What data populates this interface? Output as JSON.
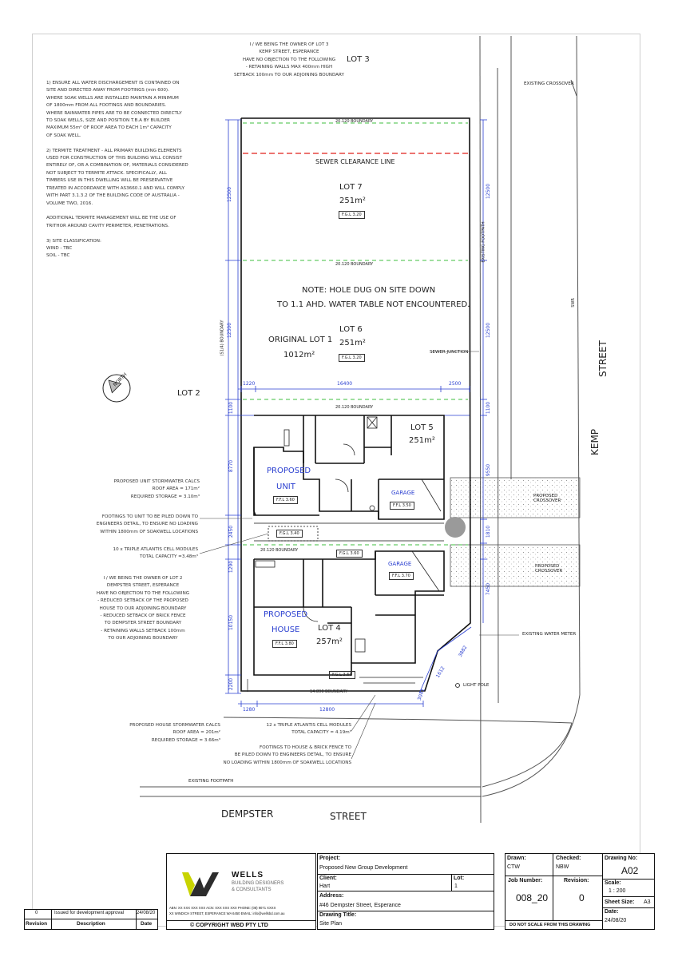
{
  "notes": {
    "owner_lot3": "I / WE BEING THE OWNER OF LOT 3\nKEMP STREET, ESPERANCE\nHAVE NO OBJECTION TO THE FOLLOWING\n- RETAINING WALLS MAX 400mm HIGH\nSETBACK 100mm TO OUR ADJOINING BOUNDARY",
    "general": "1) ENSURE ALL WATER DISCHARGEMENT IS CONTAINED ON\nSITE AND DIRECTED AWAY FROM FOOTINGS (min 600).\nWHERE SOAK WELLS ARE INSTALLED MAINTAIN A MINIMUM\nOF 1800mm FROM ALL FOOTINGS AND BOUNDARIES.\nWHERE RAINWATER PIPES ARE TO BE CONNECTED DIRECTLY\nTO SOAK WELLS, SIZE AND POSITION T.B.A BY BUILDER\nMAXIMUM 55m² OF ROOF AREA TO EACH 1m³ CAPACITY\nOF SOAK WELL.\n\n2) TERMITE TREATMENT - ALL PRIMARY BUILDING ELEMENTS\nUSED FOR CONSTRUCTION OF THIS BUILDING WILL CONSIST\nENTIRELY OF, OR A COMBINATION OF, MATERIALS CONSIDERED\nNOT SUBJECT TO TERMITE ATTACK. SPECIFICALLY, ALL\nTIMBERS USE IN THIS DWELLING WILL BE PRESERVATIVE\nTREATED IN ACCORDANCE WITH AS3660.1 AND WILL COMPLY\nWITH PART 3.1.3.2 OF THE BUILDING CODE OF AUSTRALIA -\nVOLUME TWO, 2016.\n\nADDITIONAL TERMITE MANAGEMENT WILL BE THE USE OF\nTRITHOR AROUND CAVITY PERIMETER, PENETRATIONS.\n\n3) SITE CLASSIFICATION:\nWIND - TBC\nSOIL - TBC",
    "unit_stormwater": "PROPOSED UNIT STORMWATER CALCS\nROOF AREA = 171m²\nREQUIRED STORAGE = 3.10m³",
    "unit_footings": "FOOTINGS TO UNIT TO BE PILED DOWN TO\nENGINEERS DETAIL, TO ENSURE NO LOADING\nWITHIN 1800mm OF SOAKWELL LOCATIONS",
    "unit_atlantis": "10 x TRIPLE ATLANTIS CELL MODULES\nTOTAL CAPACITY =3.48m³",
    "owner_lot2": "I / WE BEING THE OWNER OF LOT 2\nDEMPSTER STREET, ESPERANCE\nHAVE NO OBJECTION TO THE FOLLOWING\n- REDUCED SETBACK OF THE PROPOSED\nHOUSE TO OUR ADJOINING BOUNDARY\n- REDUCED SETBACK OF BRICK FENCE\nTO DEMPSTER STREET BOUNDARY\n- RETAINING WALLS SETBACK 100mm\nTO OUR ADJOINING BOUNDARY",
    "house_stormwater": "PROPOSED HOUSE STORMWATER CALCS\nROOF AREA = 201m²\nREQUIRED STORAGE = 3.66m³",
    "house_atlantis": "12 x TRIPLE ATLANTIS CELL MODULES\nTOTAL CAPACITY = 4.19m³",
    "house_footings": "FOOTINGS TO HOUSE & BRICK FENCE TO\nBE PILED DOWN TO ENGINEERS DETAIL, TO ENSURE\nNO LOADING WITHIN 1800mm OF SOAKWELL LOCATIONS"
  },
  "site": {
    "lot3": "LOT 3",
    "lot2": "LOT 2",
    "existing_crossover": "EXISTING CROSSOVER",
    "boundary_top": "20.120 BOUNDARY",
    "sewer_line": "SEWER CLEARANCE LINE",
    "lot7": "LOT 7",
    "lot7_area": "251m²",
    "lot7_fgl": "F.G.L 3.20",
    "boundary_mid": "20.120 BOUNDARY",
    "hole_note_1": "NOTE: HOLE DUG ON SITE DOWN",
    "hole_note_2": "TO 1.1 AHD. WATER TABLE NOT ENCOUNTERED.",
    "original_lot": "ORIGINAL LOT 1",
    "original_area": "1012m²",
    "lot6": "LOT 6",
    "lot6_area": "251m²",
    "lot6_fgl": "F.G.L 3.20",
    "sewer_junction": "SEWER JUNCTION",
    "boundary_lot5": "20.120 BOUNDARY",
    "lot5": "LOT 5",
    "lot5_area": "251m²",
    "proposed_unit_1": "PROPOSED",
    "proposed_unit_2": "UNIT",
    "unit_ffl": "F.F.L 3.60",
    "garage_upper": "GARAGE",
    "garage_upper_ffl": "F.F.L 3.50",
    "fgl_340": "F.G.L 3.40",
    "boundary_lot4": "20.120 BOUNDARY",
    "fgl_360": "F.G.L 3.60",
    "garage_lower": "GARAGE",
    "garage_lower_ffl": "F.F.L 3.70",
    "proposed_house_1": "PROPOSED",
    "proposed_house_2": "HOUSE",
    "house_ffl": "F.F.L 3.80",
    "lot4": "LOT 4",
    "lot4_area": "257m²",
    "fgl_house": "F.G.L 3.60",
    "boundary_bottom": "14.890 BOUNDARY",
    "proposed_crossover_1": "PROPOSED\nCROSSOVER",
    "proposed_crossover_2": "PROPOSED\nCROSSOVER",
    "existing_footpath_right": "EXISTING FOOTPATH",
    "existing_water_meter": "EXISTING WATER METER",
    "light_pole": "LIGHT POLE",
    "existing_footpath_bottom": "EXISTING FOOTPATH",
    "kemp": "KEMP",
    "street_right": "STREET",
    "dempster": "DEMPSTER",
    "street_bottom": "STREET",
    "north": "NORTH",
    "swr": "SWR",
    "boundary_left": "(S1/4) BOUNDARY",
    "dims": {
      "d12500a": "12500",
      "d12500b": "12500",
      "d1100a": "1100",
      "d8770": "8770",
      "d2450": "2450",
      "d1290": "1290",
      "d10150": "10150",
      "d2200": "2200",
      "d1220": "1220",
      "d16400": "16400",
      "d2500": "2500",
      "d1280": "1280",
      "d12800": "12800",
      "d9550": "9550",
      "d1810": "1810",
      "d12500r": "12500",
      "d12500r2": "12500",
      "d1100r": "1100",
      "d7450": "7450",
      "d3882": "3882",
      "d3041": "3041",
      "d1612": "1612"
    }
  },
  "title_block": {
    "revision_row": {
      "rev": "0",
      "desc": "Issued for development approval",
      "date": "24/08/20"
    },
    "revision_header": {
      "rev": "Revision",
      "desc": "Description",
      "date": "Date"
    },
    "company_name": "WELLS",
    "company_sub_1": "BUILDING DESIGNERS",
    "company_sub_2": "& CONSULTANTS",
    "company_info": "ABN: XX XXX XXX XXX  ACN: XXX XXX XXX    PHONE: (08) 9071 XXXX\nXX WINDICH STREET, ESPERANCE WA 6450   EMAIL: info@wellsbd.com.au",
    "copyright": "© COPYRIGHT WBD PTY LTD",
    "project_label": "Project:",
    "project": "Proposed New Group Development",
    "client_label": "Client:",
    "client": "Hart",
    "lot_label": "Lot:",
    "lot": "1",
    "address_label": "Address:",
    "address": "#46 Dempster Street, Esperance",
    "drawing_title_label": "Drawing Title:",
    "drawing_title": "Site Plan",
    "drawn_label": "Drawn:",
    "drawn": "CTW",
    "checked_label": "Checked:",
    "checked": "NBW",
    "drawing_no_label": "Drawing No:",
    "drawing_no": "A02",
    "job_number_label": "Job Number:",
    "job_number": "008_20",
    "revision_label": "Revision:",
    "revision": "0",
    "scale_label": "Scale:",
    "scale": "1 : 200",
    "sheet_size_label": "Sheet Size:",
    "sheet_size": "A3",
    "date_label": "Date:",
    "date": "24/08/20",
    "dont_scale": "DO NOT SCALE FROM THIS DRAWING"
  }
}
